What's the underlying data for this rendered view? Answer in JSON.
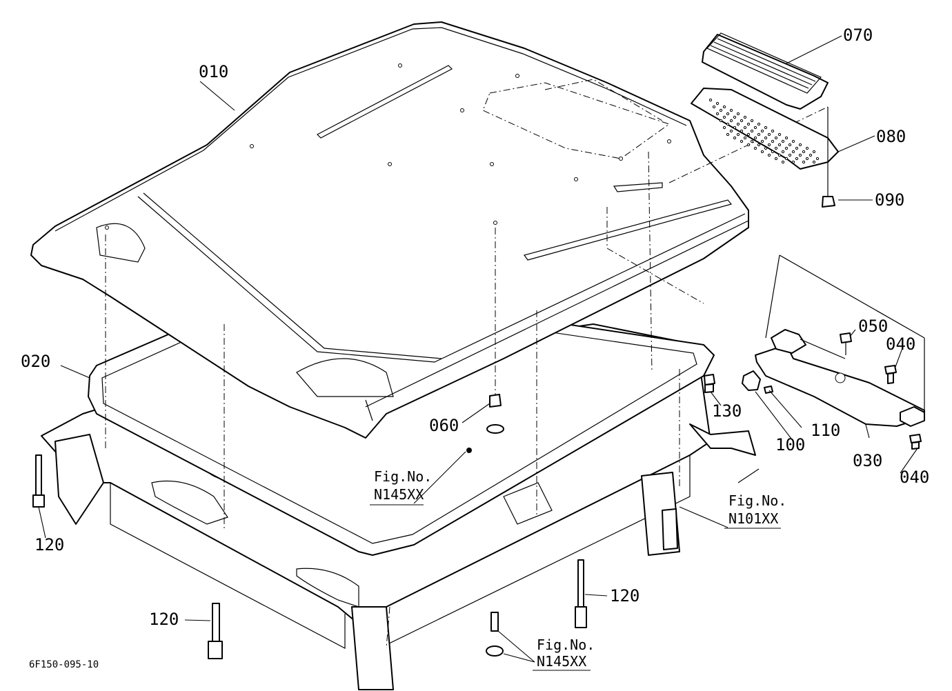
{
  "labels": {
    "p010": "010",
    "p020": "020",
    "p030": "030",
    "p040a": "040",
    "p040b": "040",
    "p050": "050",
    "p060": "060",
    "p070": "070",
    "p080": "080",
    "p090": "090",
    "p100": "100",
    "p110": "110",
    "p120a": "120",
    "p120b": "120",
    "p120c": "120",
    "p130": "130"
  },
  "references": {
    "fig_label_1": "Fig.No.",
    "fig_code_1": "N145XX",
    "fig_label_2": "Fig.No.",
    "fig_code_2": "N101XX",
    "fig_label_3": "Fig.No.",
    "fig_code_3": "N145XX"
  },
  "diagram_code": "6F150-095-10"
}
